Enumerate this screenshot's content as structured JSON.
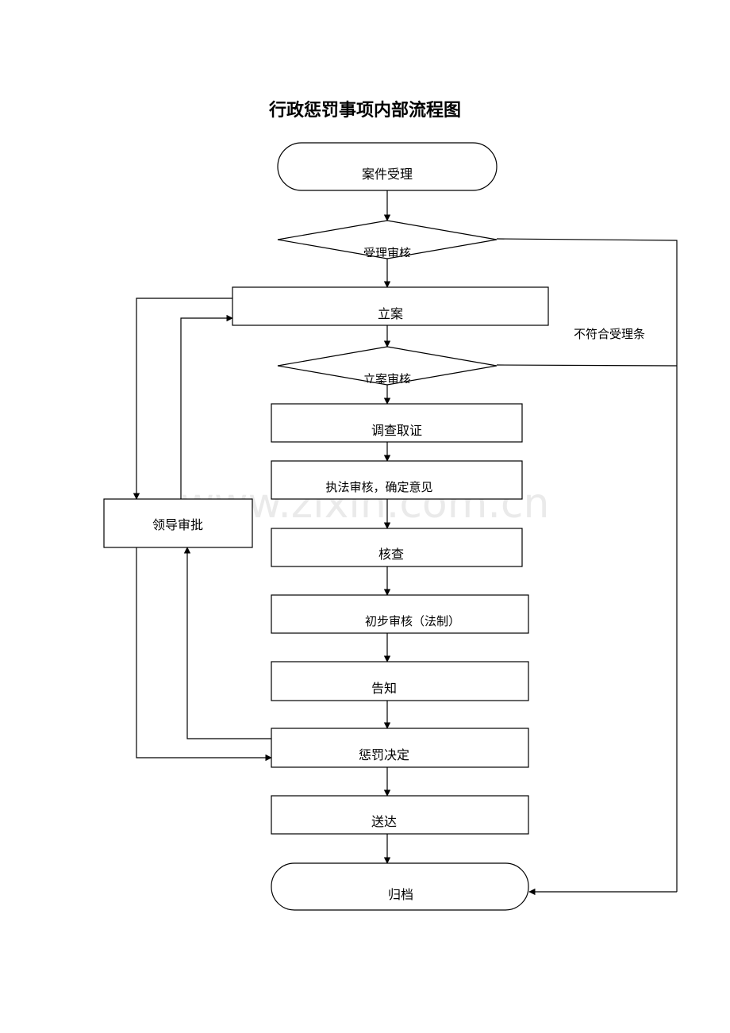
{
  "document": {
    "title": "行政惩罚事项内部流程图",
    "watermark": "www.zixin.com.cn"
  },
  "nodes": {
    "start": "案件受理",
    "review": "受理审核",
    "register": "立案",
    "check_register": "立案审核",
    "investigate": "调查取证",
    "enforce_review": "执法审核，确定意见",
    "verify": "核查",
    "legal_review": "初步审核（法制）",
    "notify": "告知",
    "decision": "惩罚决定",
    "deliver": "送达",
    "archive": "归档",
    "leader": "领导审批"
  },
  "edge_labels": {
    "reject": "不符合受理条"
  },
  "colors": {
    "line": "#000000",
    "fill": "#ffffff"
  }
}
